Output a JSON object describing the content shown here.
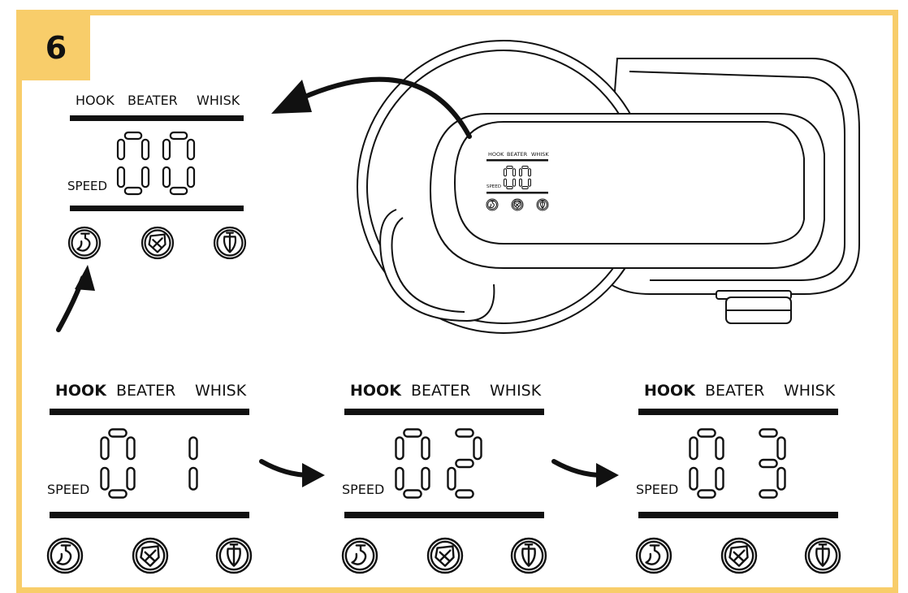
{
  "step": {
    "number": "6"
  },
  "colors": {
    "frame": "#f8cd6a",
    "ink": "#111111"
  },
  "panels": [
    {
      "name": "main-panel",
      "labels": {
        "hook": "HOOK",
        "beater": "BEATER",
        "whisk": "WHISK"
      },
      "active": "none",
      "speed_label": "SPEED",
      "digits": "00"
    },
    {
      "name": "speed-1-panel",
      "labels": {
        "hook": "HOOK",
        "beater": "BEATER",
        "whisk": "WHISK"
      },
      "active": "hook",
      "speed_label": "SPEED",
      "digits": "01"
    },
    {
      "name": "speed-2-panel",
      "labels": {
        "hook": "HOOK",
        "beater": "BEATER",
        "whisk": "WHISK"
      },
      "active": "hook",
      "speed_label": "SPEED",
      "digits": "02"
    },
    {
      "name": "speed-3-panel",
      "labels": {
        "hook": "HOOK",
        "beater": "BEATER",
        "whisk": "WHISK"
      },
      "active": "hook",
      "speed_label": "SPEED",
      "digits": "03"
    }
  ],
  "mixer_panel": {
    "labels": {
      "hook": "HOOK",
      "beater": "BEATER",
      "whisk": "WHISK"
    },
    "speed_label": "SPEED",
    "digits": "00"
  },
  "icons": [
    "hook-attachment-icon",
    "beater-attachment-icon",
    "whisk-attachment-icon"
  ]
}
